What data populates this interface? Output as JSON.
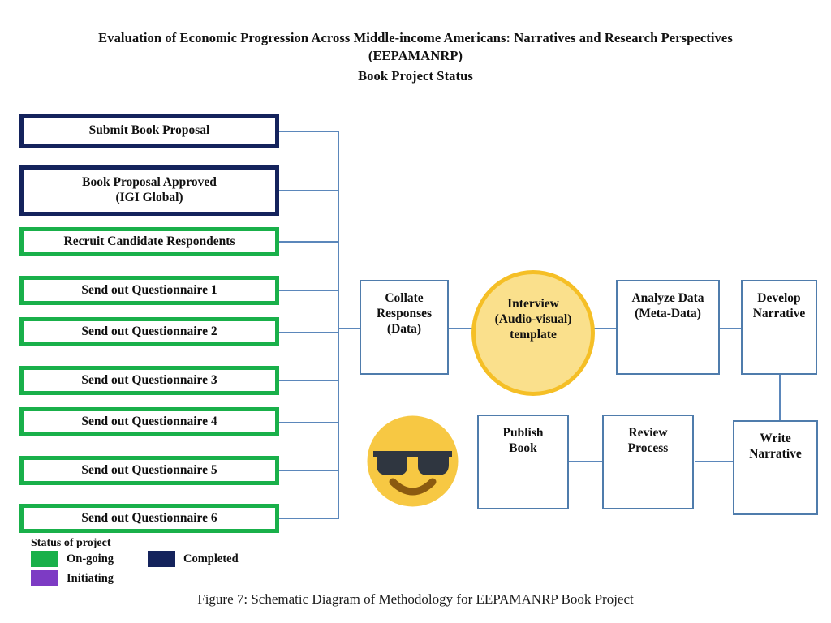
{
  "header": {
    "title_line1": "Evaluation of Economic Progression Across Middle-income Americans: Narratives and Research Perspectives",
    "title_line2": "(EEPAMANRP)",
    "subtitle": "Book Project Status"
  },
  "caption": {
    "text": "Figure 7: Schematic Diagram of Methodology for EEPAMANRP Book Project"
  },
  "colors": {
    "completed": "#14235c",
    "ongoing": "#19b04a",
    "initiating": "#7d3bc4",
    "connector": "#5b87bb",
    "process_border": "#4f7cac",
    "interview_fill": "#fae08c",
    "interview_border": "#f5bf26",
    "emoji_face": "#f7c843",
    "emoji_glasses": "#2f3640",
    "emoji_mouth": "#8b5a10",
    "background": "#ffffff",
    "text": "#111111"
  },
  "left_column": {
    "nodes": [
      {
        "label": "Submit Book Proposal",
        "status": "completed"
      },
      {
        "label": "Book Proposal Approved\n(IGI Global)",
        "status": "completed"
      },
      {
        "label": "Recruit Candidate Respondents",
        "status": "ongoing"
      },
      {
        "label": "Send out Questionnaire 1",
        "status": "ongoing"
      },
      {
        "label": "Send out Questionnaire 2",
        "status": "ongoing"
      },
      {
        "label": "Send out Questionnaire 3",
        "status": "ongoing"
      },
      {
        "label": "Send out Questionnaire 4",
        "status": "ongoing"
      },
      {
        "label": "Send out Questionnaire 5",
        "status": "ongoing"
      },
      {
        "label": "Send out Questionnaire 6",
        "status": "ongoing"
      }
    ]
  },
  "process_row_top": {
    "collate": "Collate\nResponses\n(Data)",
    "interview": "Interview\n(Audio-visual)\ntemplate",
    "analyze": "Analyze Data\n(Meta-Data)",
    "develop": "Develop\nNarrative"
  },
  "process_row_bottom": {
    "publish": "Publish\nBook",
    "review": "Review\nProcess",
    "write": "Write\nNarrative"
  },
  "decoration": {
    "emoji_name": "smiling-face-with-sunglasses"
  },
  "legend": {
    "title": "Status of project",
    "items": [
      {
        "label": "On-going",
        "color": "#19b04a"
      },
      {
        "label": "Completed",
        "color": "#14235c"
      },
      {
        "label": "Initiating",
        "color": "#7d3bc4"
      }
    ]
  }
}
